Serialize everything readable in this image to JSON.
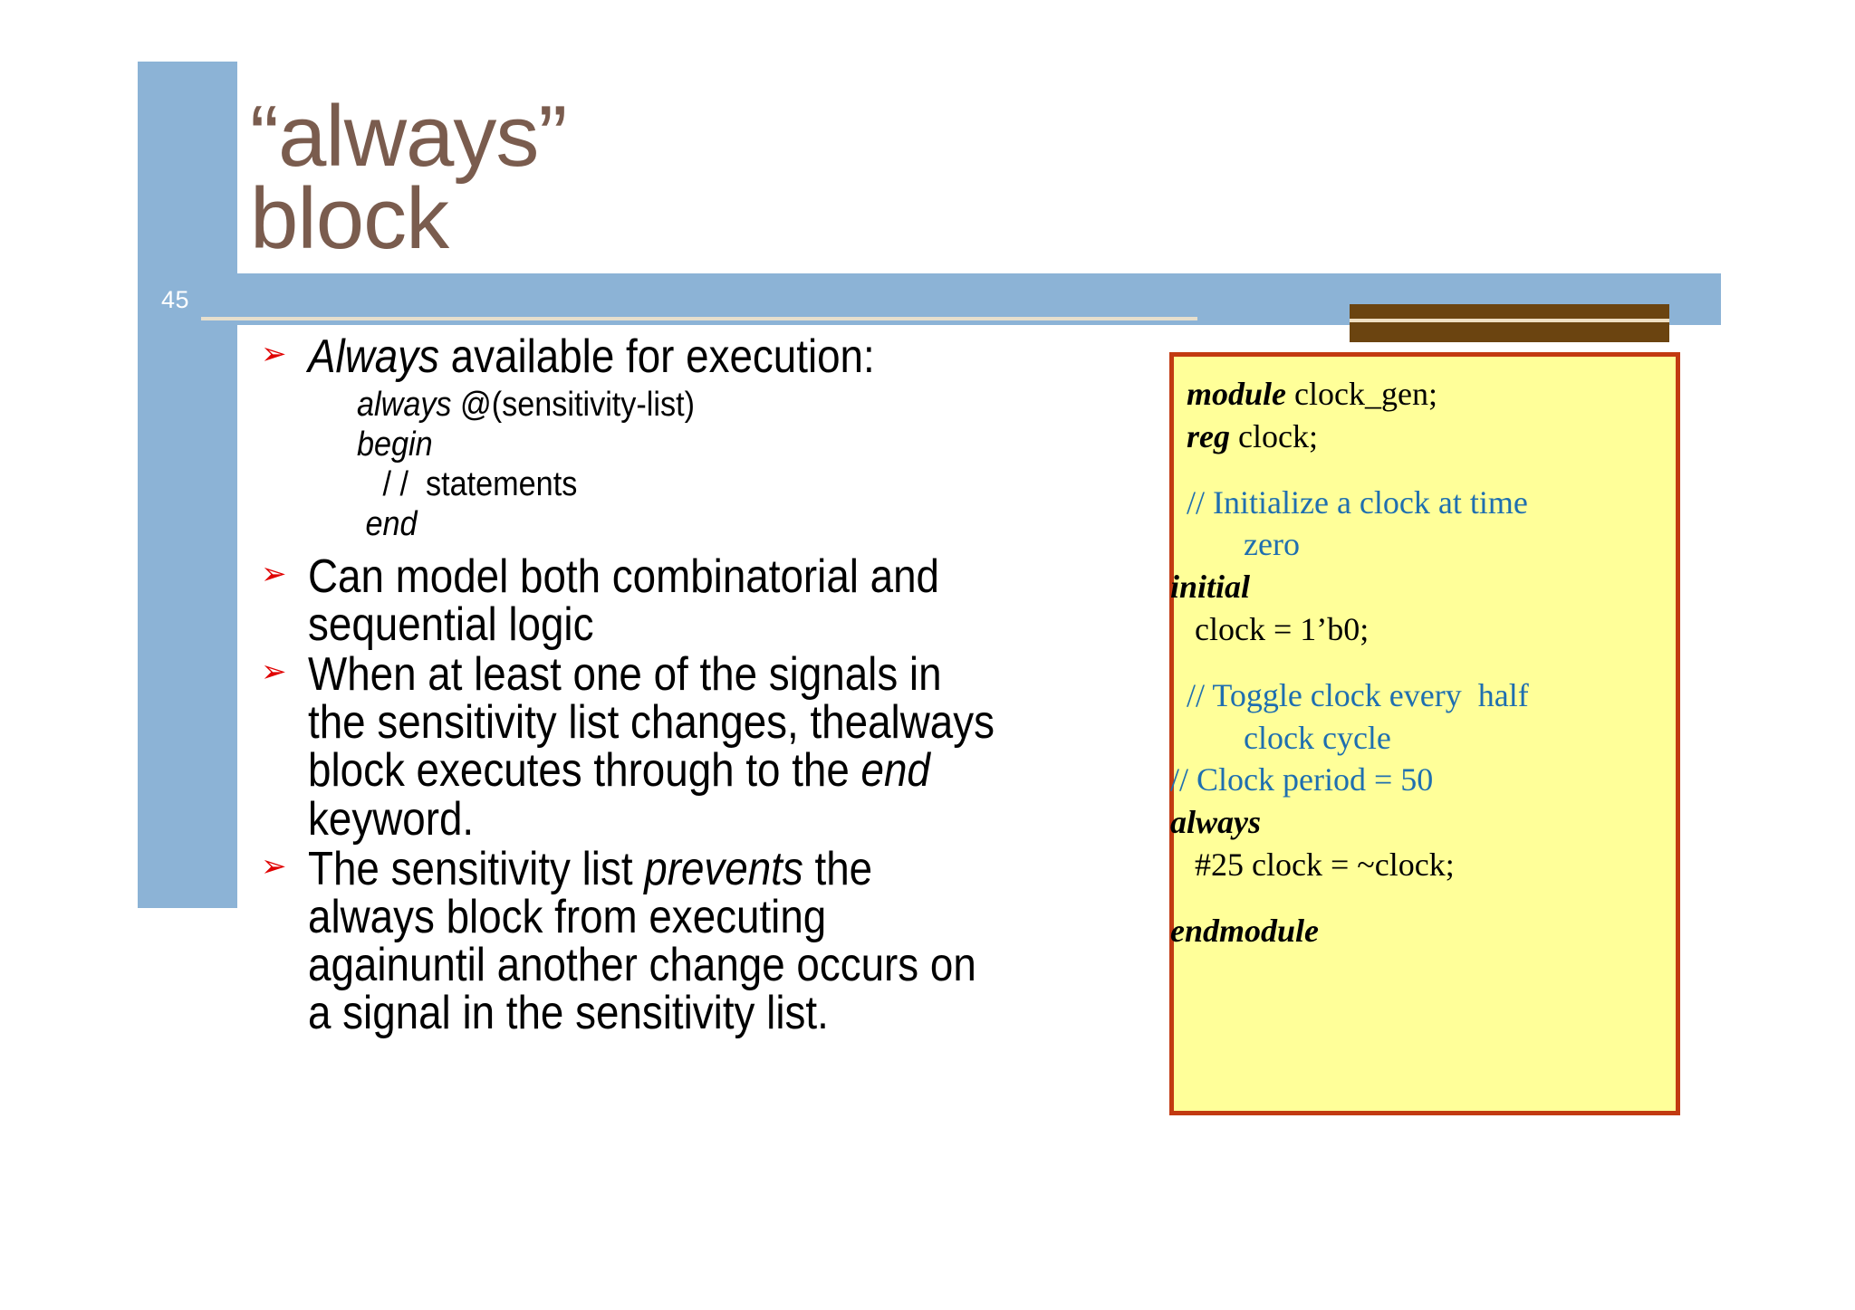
{
  "slide": {
    "page_number": "45",
    "title": "“always”\nblock",
    "title_color": "#7a5c4e",
    "accent_blue": "#8cb3d6",
    "accent_brown": "#6b4410",
    "bullet_marker": "➢",
    "bullet_marker_color": "#e00000"
  },
  "bullets": [
    {
      "lead_italic": "Always",
      "lead_rest": " available for execution:",
      "sub_lines": [
        {
          "italic": "always",
          "plain": " @(sensitivity-list)"
        },
        {
          "italic": "begin",
          "plain": ""
        },
        {
          "italic": "",
          "plain": "   / /  statements"
        },
        {
          "italic": " end",
          "plain": ""
        }
      ]
    },
    {
      "lead_italic": "",
      "lead_rest": "Can model both combinatorial and sequential logic",
      "sub_lines": []
    },
    {
      "lead_italic": "",
      "lead_rest": "When at least one of the signals in the sensitivity list changes, the",
      "lead_rest2": "always block executes through to the ",
      "lead_italic2": "end",
      "lead_rest3": " keyword.",
      "sub_lines": []
    },
    {
      "lead_italic": "",
      "lead_rest": "The sensitivity list ",
      "lead_italic2": "prevents",
      "lead_rest2": " the always block from executing again",
      "lead_rest3": "until another change occurs on a signal in the sensitivity list.",
      "sub_lines": []
    }
  ],
  "code_card": {
    "background": "#ffff99",
    "border_color": "#c23a11",
    "comment_color": "#1f6fb0",
    "lines": [
      {
        "kw": "module",
        "text": " clock_gen;",
        "type": "code"
      },
      {
        "kw": "reg",
        "text": " clock;",
        "type": "code"
      },
      {
        "kw": "",
        "text": "",
        "type": "blank"
      },
      {
        "kw": "",
        "text": "// Initialize a clock at time",
        "type": "comment"
      },
      {
        "kw": "",
        "text": "       zero",
        "type": "comment"
      },
      {
        "kw": "initial",
        "text": "",
        "type": "code-outdent"
      },
      {
        "kw": "",
        "text": " clock = 1’b0;",
        "type": "code"
      },
      {
        "kw": "",
        "text": "",
        "type": "blank"
      },
      {
        "kw": "",
        "text": "// Toggle clock every  half",
        "type": "comment"
      },
      {
        "kw": "",
        "text": "       clock cycle",
        "type": "comment"
      },
      {
        "kw": "",
        "text": "// Clock period = 50",
        "type": "comment-outdent"
      },
      {
        "kw": "always",
        "text": "",
        "type": "code-outdent"
      },
      {
        "kw": "",
        "text": " #25 clock = ~clock;",
        "type": "code"
      },
      {
        "kw": "",
        "text": "",
        "type": "blank"
      },
      {
        "kw": "endmodule",
        "text": "",
        "type": "code-outdent"
      }
    ]
  }
}
